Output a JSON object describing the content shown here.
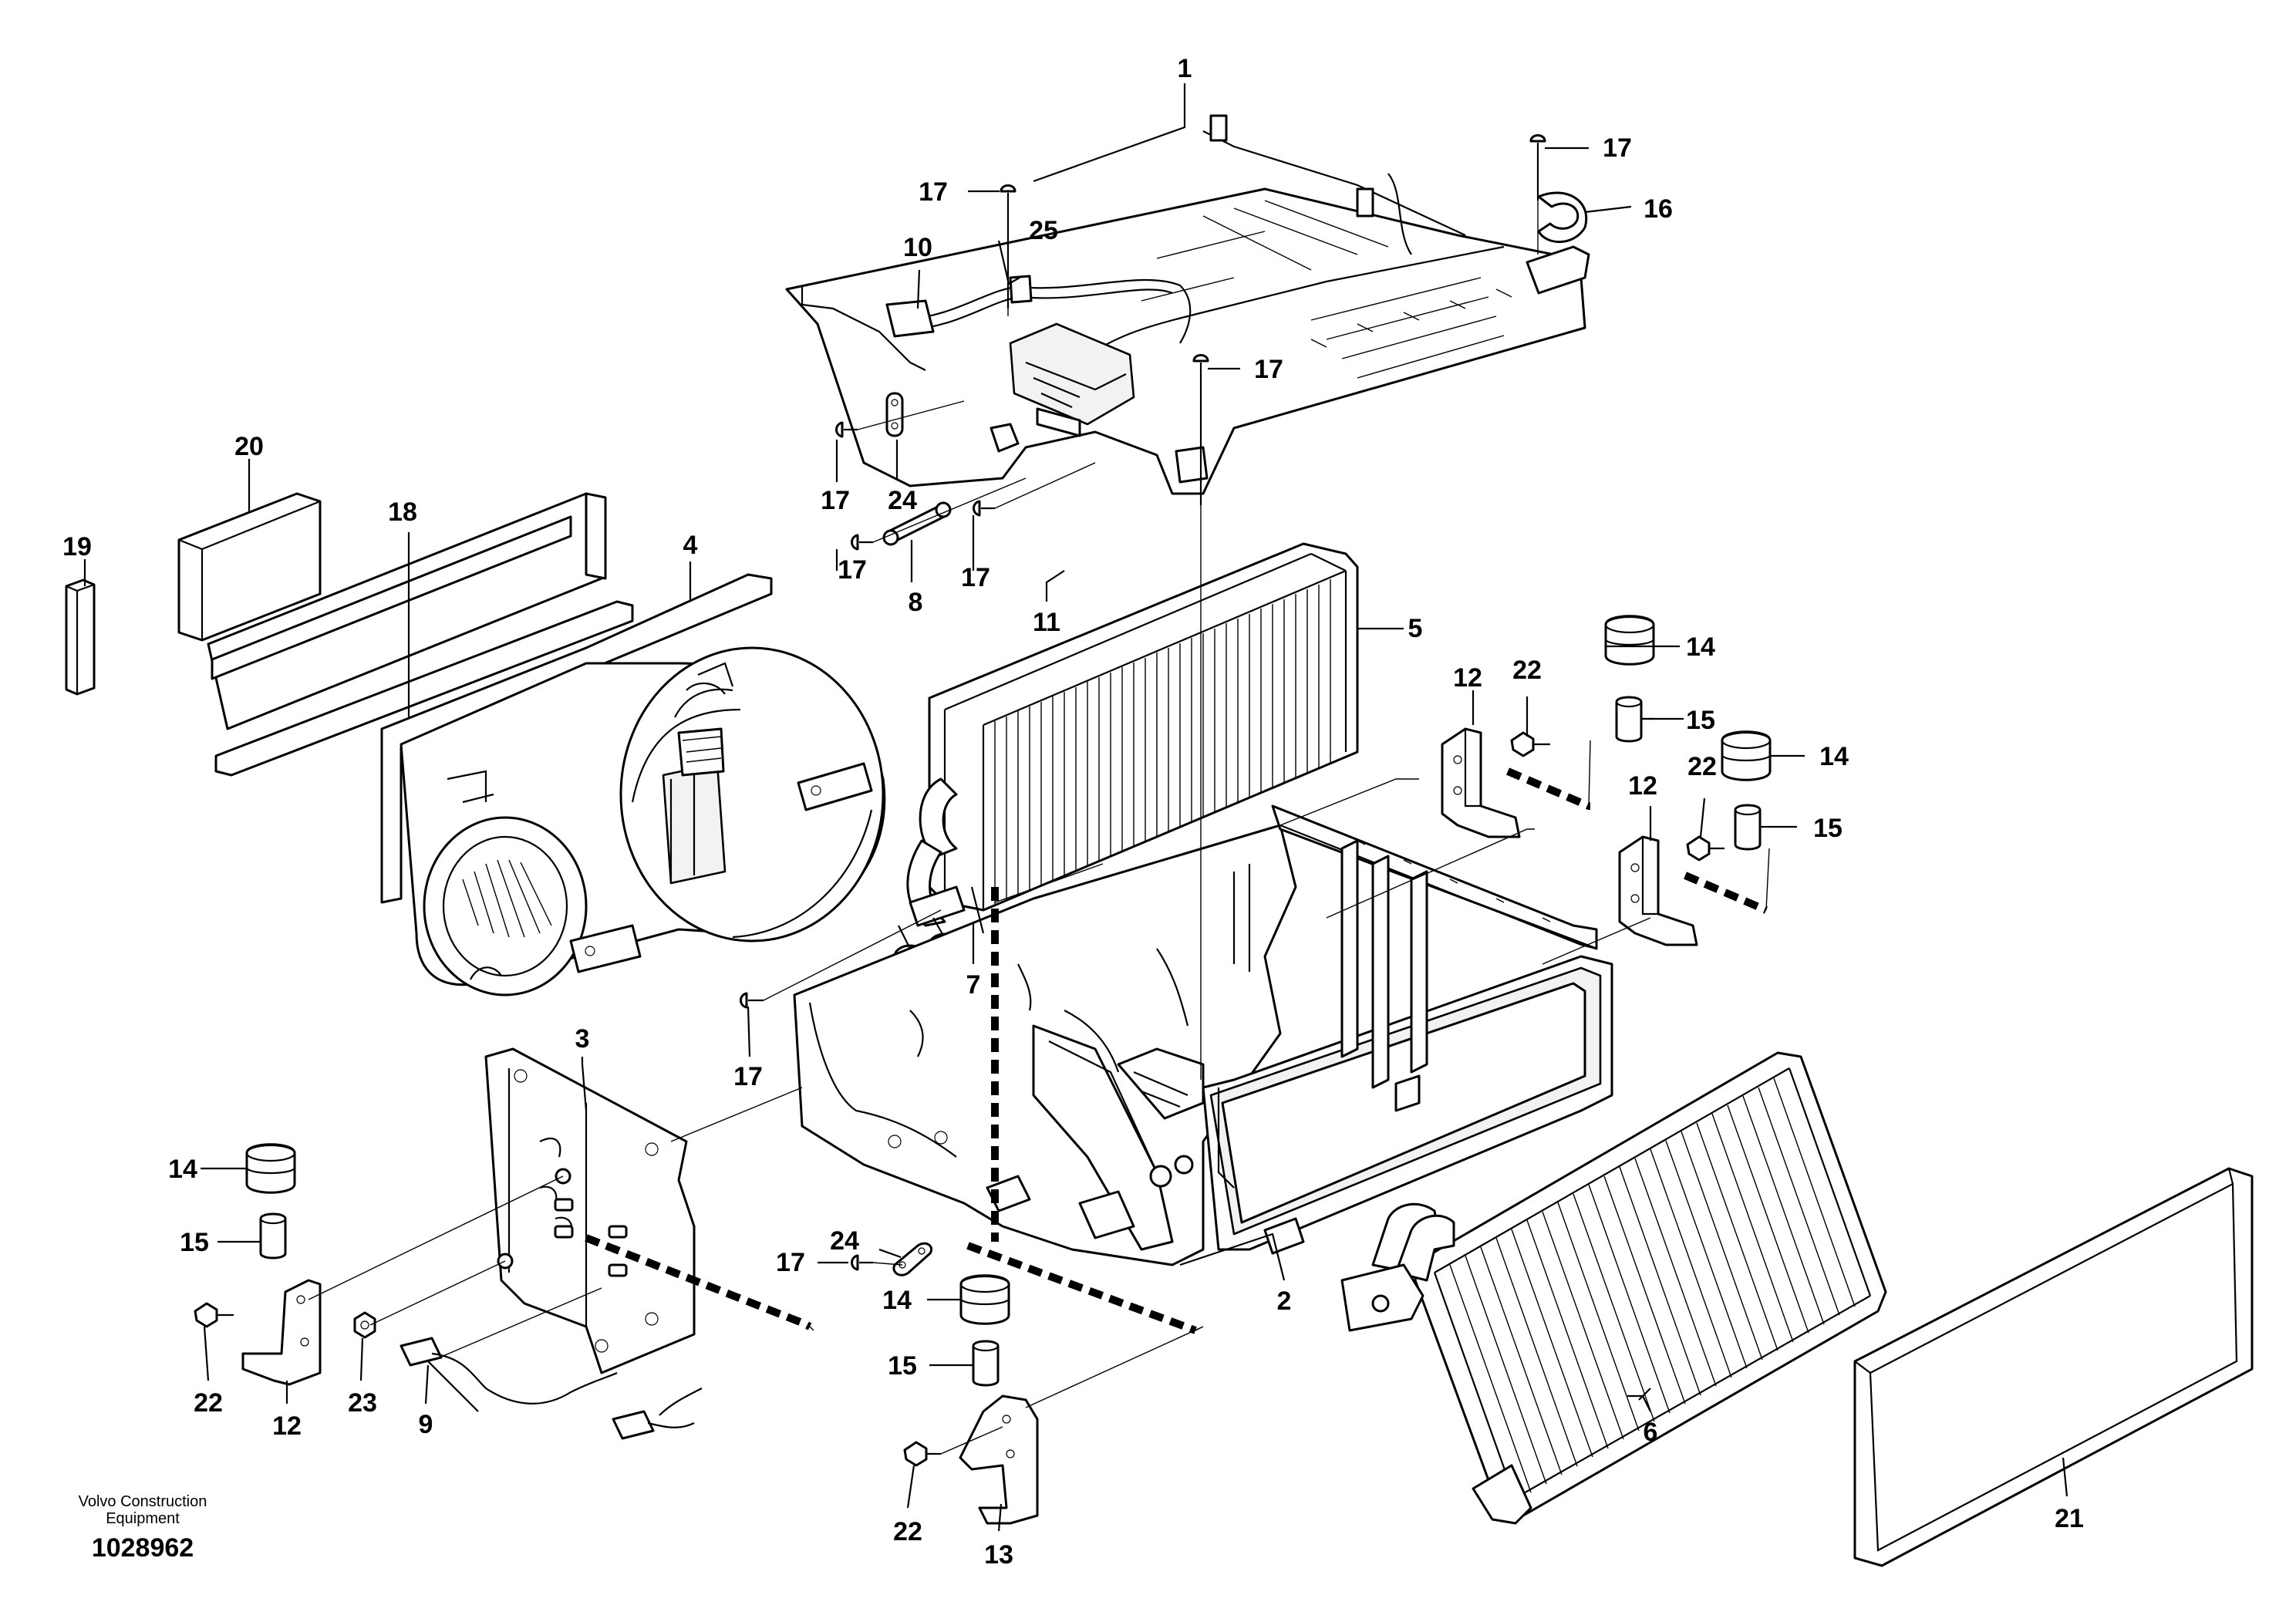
{
  "diagram": {
    "callouts": {
      "c1": "1",
      "c2": "2",
      "c3": "3",
      "c4": "4",
      "c5": "5",
      "c6": "6",
      "c7": "7",
      "c8": "8",
      "c9": "9",
      "c10": "10",
      "c11": "11",
      "c12": "12",
      "c13": "13",
      "c14": "14",
      "c15": "15",
      "c16": "16",
      "c17": "17",
      "c18": "18",
      "c19": "19",
      "c20": "20",
      "c21": "21",
      "c22": "22",
      "c23": "23",
      "c24": "24",
      "c25": "25"
    },
    "caption": {
      "line1": "Volvo Construction",
      "line2": "Equipment",
      "doc_number": "1028962"
    }
  }
}
